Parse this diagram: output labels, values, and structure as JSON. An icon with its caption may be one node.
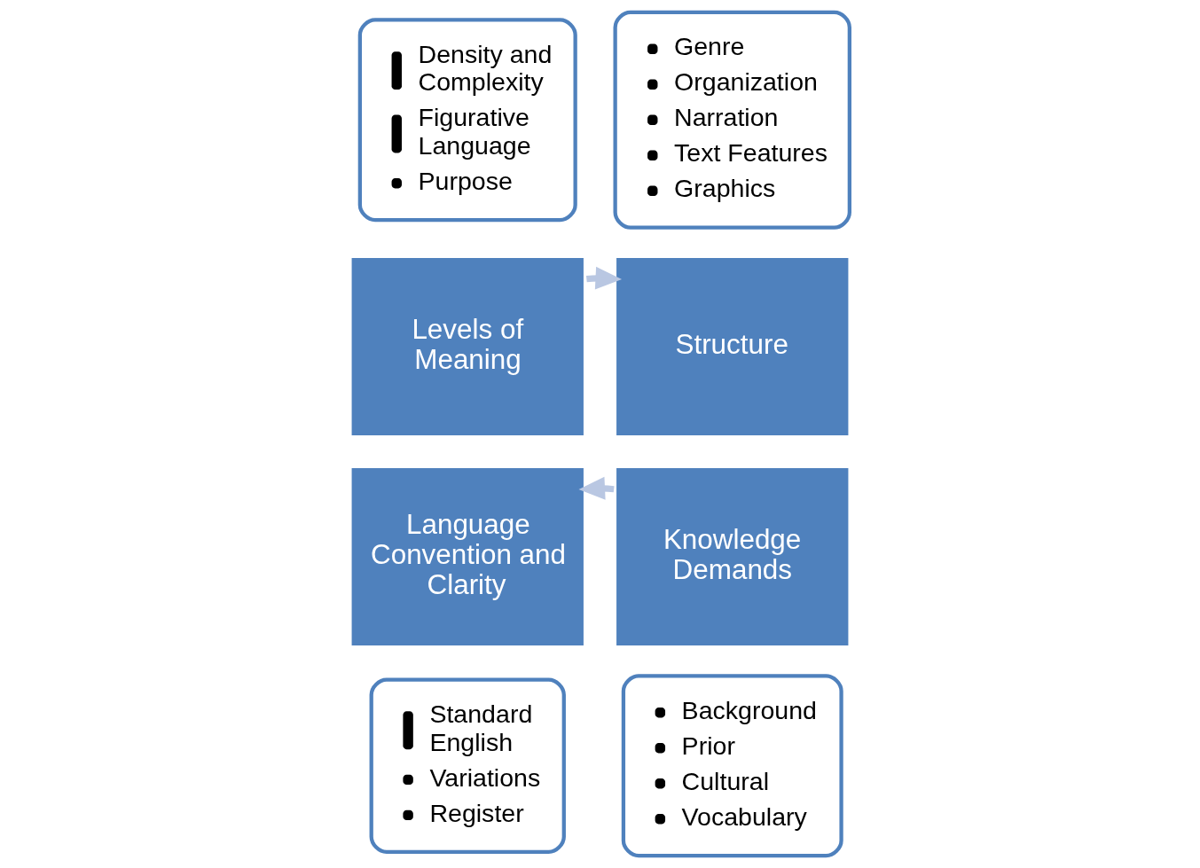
{
  "diagram": {
    "nodes": [
      {
        "text": [
          "Density and Complexity",
          "Figurative Language",
          "Purpose"
        ]
      },
      {
        "text": [
          "Genre",
          "Organization",
          "Narration",
          "Text Features",
          "Graphics"
        ]
      },
      {
        "text": [
          "Levels of Meaning"
        ]
      },
      {
        "text": [
          "Structure"
        ]
      },
      {
        "text": [
          "Language Convention and Clarity"
        ]
      },
      {
        "text": [
          "Knowledge Demands"
        ]
      },
      {
        "text": [
          "Standard English",
          "Variations",
          "Register"
        ]
      },
      {
        "text": [
          "Background",
          "Prior",
          "Cultural",
          "Vocabulary"
        ]
      }
    ],
    "edges": [
      {
        "from": 2,
        "to": 3,
        "arrow": "to"
      },
      {
        "from": 5,
        "to": 4,
        "arrow": "to"
      }
    ]
  }
}
